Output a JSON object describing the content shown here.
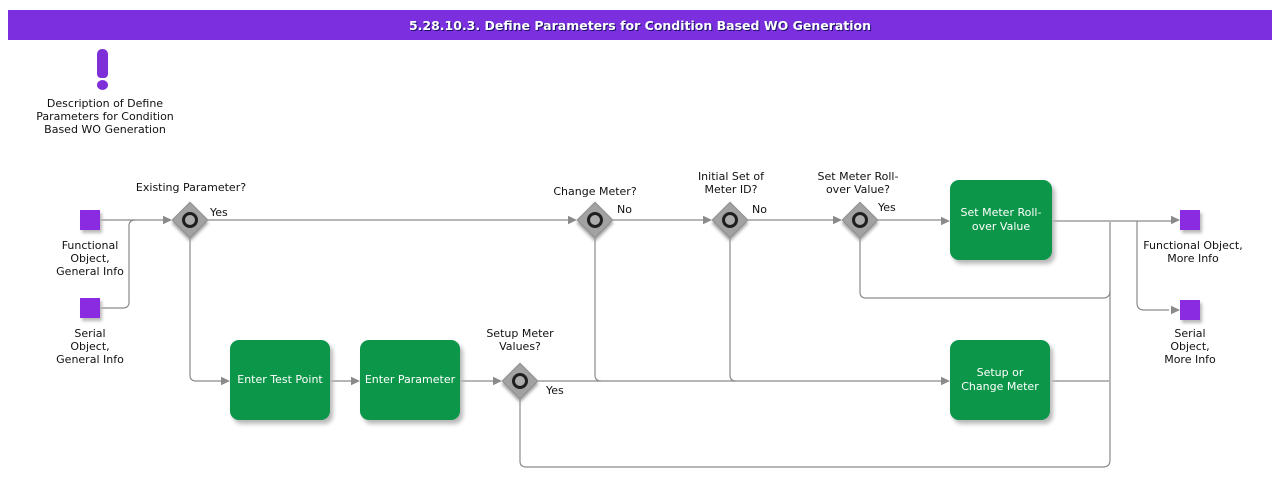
{
  "title": "5.28.10.3. Define Parameters for Condition Based WO Generation",
  "note": "Description of Define\nParameters for Condition\nBased WO Generation",
  "inputs": {
    "functional": "Functional\nObject,\nGeneral Info",
    "serial": "Serial\nObject,\nGeneral Info"
  },
  "outputs": {
    "functional": "Functional Object,\nMore Info",
    "serial": "Serial\nObject,\nMore Info"
  },
  "decisions": {
    "existing_parameter": {
      "question": "Existing Parameter?",
      "branch": "Yes"
    },
    "change_meter": {
      "question": "Change Meter?",
      "branch": "No"
    },
    "initial_meter_id": {
      "question": "Initial Set of\nMeter ID?",
      "branch": "No"
    },
    "set_meter_rollover": {
      "question": "Set Meter Roll-\nover Value?",
      "branch": "Yes"
    },
    "setup_meter_values": {
      "question": "Setup Meter\nValues?",
      "branch": "Yes"
    }
  },
  "processes": {
    "set_meter_rollover_value": "Set Meter Roll-\nover Value",
    "enter_test_point": "Enter Test Point",
    "enter_parameter": "Enter Parameter",
    "setup_or_change_meter": "Setup or\nChange Meter"
  },
  "colors": {
    "title_bar_bg": "#7B2FDE",
    "title_text": "#FFFFFF",
    "title_text_shadow": "#1B1464",
    "node_purple": "#8A2BE2",
    "process_green": "#0C9649",
    "process_text": "#FFFFFF",
    "diamond_gray": "#A2A2A2",
    "connector_gray": "#8A8A8A",
    "label_text": "#111111"
  }
}
